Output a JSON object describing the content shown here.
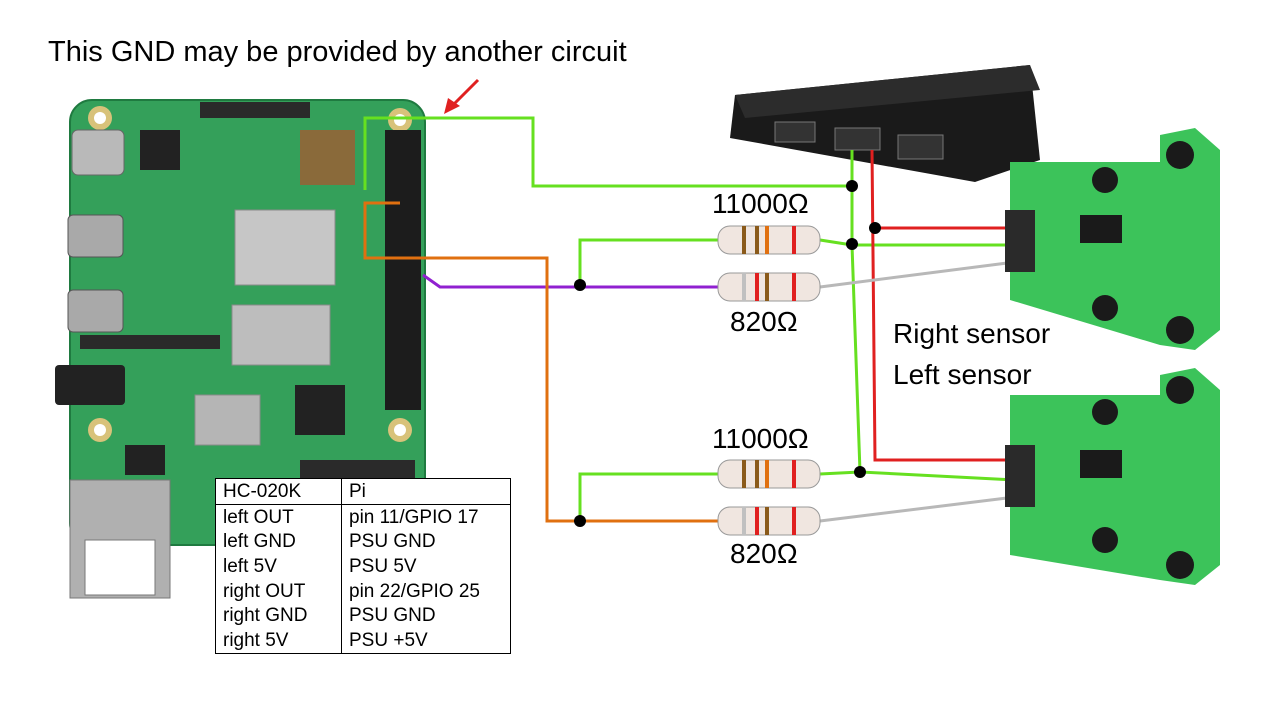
{
  "diagram": {
    "note": "This GND may be provided by another circuit",
    "resistors": {
      "top_high": "11000Ω",
      "top_low": "820Ω",
      "bottom_high": "11000Ω",
      "bottom_low": "820Ω"
    },
    "sensors": {
      "right": "Right sensor",
      "left": "Left sensor"
    },
    "colors": {
      "gnd_wire": "#66e020",
      "vcc_wire": "#e02020",
      "gpio17_wire": "#9020d0",
      "gpio25_wire": "#e07010",
      "signal_wire": "#b8b8b8",
      "pcb_green": "#2fae5a",
      "sensor_green": "#3cc35a",
      "powerbank": "#1a1a1a"
    }
  },
  "table": {
    "headers": [
      "HC-020K",
      "Pi"
    ],
    "rows": [
      [
        "left OUT",
        "pin 11/GPIO 17"
      ],
      [
        "left GND",
        "PSU GND"
      ],
      [
        "left 5V",
        "PSU 5V"
      ],
      [
        "right OUT",
        "pin 22/GPIO 25"
      ],
      [
        "right GND",
        "PSU GND"
      ],
      [
        "right 5V",
        "PSU +5V"
      ]
    ]
  }
}
